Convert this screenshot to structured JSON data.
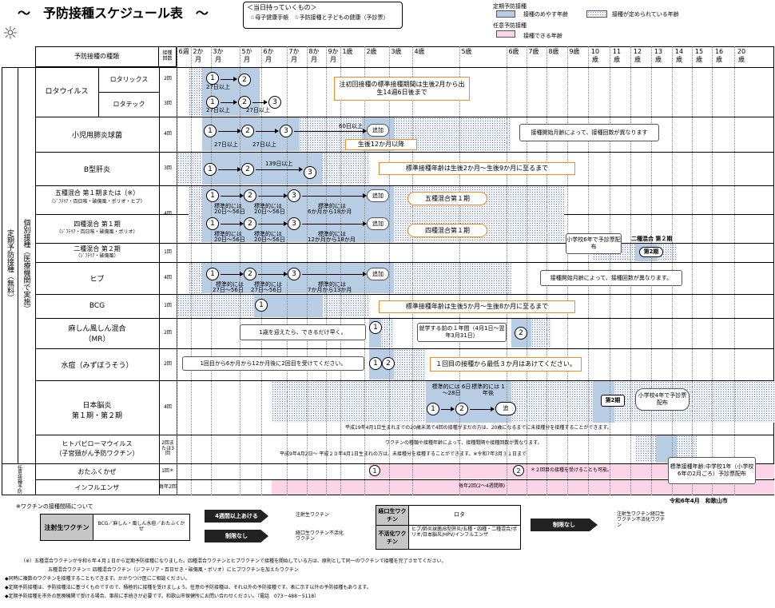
{
  "title": "～　予防接種スケジュール表　～",
  "bring": {
    "heading": "＜当日持っていくもの＞",
    "items": "☆母子健康手帳　☆予防接種と子どもの健康（予診票）"
  },
  "legend": {
    "teiki": "定期予防接種",
    "blue_label": "接種のめやす年齢",
    "hatch_label": "接種が定められている年齢",
    "nini": "任意予防接種",
    "pink_label": "接種できる年齢"
  },
  "header": {
    "type_col": "予防接種の種類",
    "doses_col": "接種回数"
  },
  "ages": [
    "6週",
    "2か月",
    "3か月",
    "5か月",
    "6か月",
    "7か月",
    "8か月",
    "9か月",
    "1歳",
    "2歳",
    "3歳",
    "4歳",
    "5歳",
    "6歳",
    "7歳",
    "8歳",
    "9歳",
    "10歳",
    "11歳",
    "12歳",
    "13歳",
    "14歳",
    "15歳",
    "16歳",
    "20歳"
  ],
  "side": {
    "teiki": "定期予防接種（無料）",
    "kobetsu": "個別接種（医療機関で実施）",
    "nini": "任意接種予防"
  },
  "vaccines": {
    "rota": "ロタウイルス",
    "rotarix": "ロタリックス",
    "rotateq": "ロタテック",
    "pneumo": "小児用肺炎球菌",
    "hepb": "B型肝炎",
    "dpt5": "五種混合 第１期または（※）",
    "dpt5_sub": "（ｼﾞﾌﾃﾘｱ・百日咳・破傷風・ポリオ・ヒブ）",
    "dpt4": "四種混合 第１期",
    "dpt4_sub": "（ｼﾞﾌﾃﾘｱ・百日咳・破傷風・ポリオ）",
    "dt2": "二種混合 第２期",
    "dt2_sub": "（ｼﾞﾌﾃﾘｱ・破傷風）",
    "hib": "ヒブ",
    "bcg": "BCG",
    "mr": "麻しん風しん混合",
    "mr_sub": "（MR）",
    "vari": "水痘（みずぼうそう）",
    "je": "日本脳炎",
    "je_sub": "第１期・第２期",
    "hpv": "ヒトパピローマウイルス",
    "hpv_sub": "（子宮頸がん予防ワクチン）",
    "mumps": "おたふくかぜ",
    "flu": "インフルエンザ"
  },
  "doses": {
    "rotarix": "2回",
    "rotateq": "3回",
    "pneumo": "4回",
    "hepb": "3回",
    "dpt": "4回",
    "dt2": "1回",
    "hib": "4回",
    "bcg": "1回",
    "mr": "2回",
    "vari": "2回",
    "je": "4回",
    "hpv": "2回または3回",
    "mumps": "1回＊",
    "flu": "毎年2回"
  },
  "notes": {
    "rota_note": "注初回接種の標準接種期間は生後2月から出生14週6日後まで",
    "pneumo_right": "接種開始月齢によって、接種回数が異なります",
    "pneumo_60": "60日以上",
    "pneumo_12m": "生後12か月以降",
    "hepb_139": "139日以上",
    "hepb_std": "標準接種年齢は生後2か月～生後9か月に至るまで",
    "dpt5_oval": "五種混合第１期",
    "dpt4_oval": "四種混合第１期",
    "hyojun1": "標準的には",
    "d2056": "20日～56日",
    "m618": "6か月から18か月",
    "m1218": "12か月から18か月",
    "dt2_box": "小学校6年で予診票配布",
    "dt2_label": "二種混合 第２期",
    "dt2_circ": "第2期",
    "hib_right": "接種開始月齢によって、接種回数が異なります。",
    "hib_2756": "27日～56日",
    "hib_713": "7か月から13か月",
    "bcg_std": "標準接種年齢は生後5か月～生後8か月に至るまで",
    "mr_box": "1歳を迎えたら、できるだけ早く。",
    "mr_school": "就学する前の１年間（4月1日～翌年3月31日）",
    "vari_box": "1回目から6か月から12か月後に2回目を受けてください。",
    "vari_std": "１回目の接種から最低３か月はあけてください。",
    "je_628": "標準的には 6日～28日",
    "je_1y": "標準的には 1年後",
    "je_box": "小学校4年で予診票配布",
    "je_ki2": "第2期",
    "je_note": "平成19年4月1日生まれまでの20歳未満で4回の接種がまだの方は、20歳になるまでに未接種分を接種することができます。",
    "hpv_note1": "ワクチンの種類や接種年齢によって、接種間隔や接種回数が異なります。",
    "hpv_note2": "平成9年4月2日～ 平成２０年4月1日生まれの方は、未接種分を接種することができます。※令和7年3月３１日まで",
    "hpv_box": "標準接種年齢:中学校1年（小学校6年の2月ごろ）予診票配布",
    "mumps_note": "＊２回目の接種を受けることも可能。",
    "flu_note": "毎年2回(2～4週間隔)",
    "date": "令和6年4月　和歌山市",
    "a27": "27日以上",
    "kuwaeru": "追加",
    "tsui": "追"
  },
  "interval": {
    "heading": "※ワクチンの接種間隔について",
    "inj": "注射生ワクチン",
    "inj_list": "BCG／麻しん・風しん水痘／おたふくかぜ",
    "four_weeks": "4週間以上あける",
    "no_limit": "制限なし",
    "to_inj": "注射生ワクチン",
    "to_oral": "経口生ワクチン不活化ワクチン",
    "oral": "経口生ワクチン",
    "oral_list": "ロタ",
    "inact": "不活化ワクチン",
    "inact_list": "ヒブ/肺炎球菌/B型肝炎/五種・四種・二種混合/ポリオ/日本脳炎/HPV/インフルエンザ",
    "no_limit2": "制限なし",
    "to_all": "注射生ワクチン経口生ワクチン不活化ワクチン"
  },
  "footer": [
    "（※）五種混合ワクチンが令和６年４月１日から定期予防接種になりました。四種混合ワクチンとヒブワクチンで接種を開始している方は、原則として同一のワクチンで接種を完了させてください。",
    "五種混合ワクチン＝ 四種混合ワクチン（ジフテリア・百日せき・破傷風・ポリオ）にヒブワクチンを加えたワクチン",
    "◆同時に複数のワクチンを接種することもできます。かかりつけ医にご相談ください。",
    "◆定期予防接種は、予防接種法に基づくものですので、積極的に接種を受けましょう。任意の予防接種は、それ以外の予防接種です。表に示す以外の予防接種もあります。",
    "◆定期予防接種を市外の医療機関で受ける場合、事前に手続きが必要です。和歌山市保健所にお問い合わせください。（電話　073－488－5118）"
  ]
}
